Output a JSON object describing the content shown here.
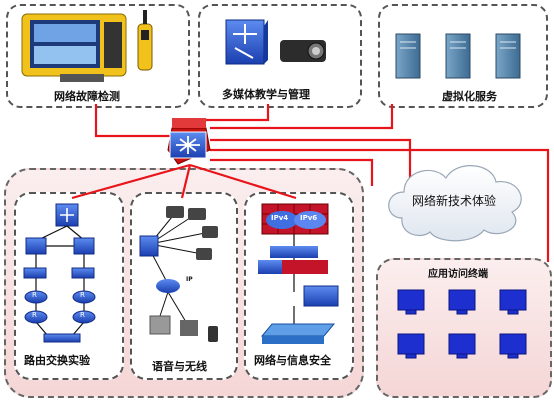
{
  "labels": {
    "fault_detection": "网络故障检测",
    "multimedia": "多媒体教学与管理",
    "virtualization": "虚拟化服务",
    "new_tech": "网络新技术体验",
    "terminals": "应用访问终端",
    "routing": "路由交换实验",
    "voice_wireless": "语音与无线",
    "security": "网络与信息安全"
  },
  "router_letter": "R",
  "ipv4_tag": "IPv4",
  "ipv6_tag": "IPv6",
  "ip_tag": "IP",
  "colors": {
    "link": "#e8141b",
    "switch_blue": "#2b5bd6",
    "pink_panel": "#f5d6d6",
    "cloud": "#f3f6fa"
  }
}
